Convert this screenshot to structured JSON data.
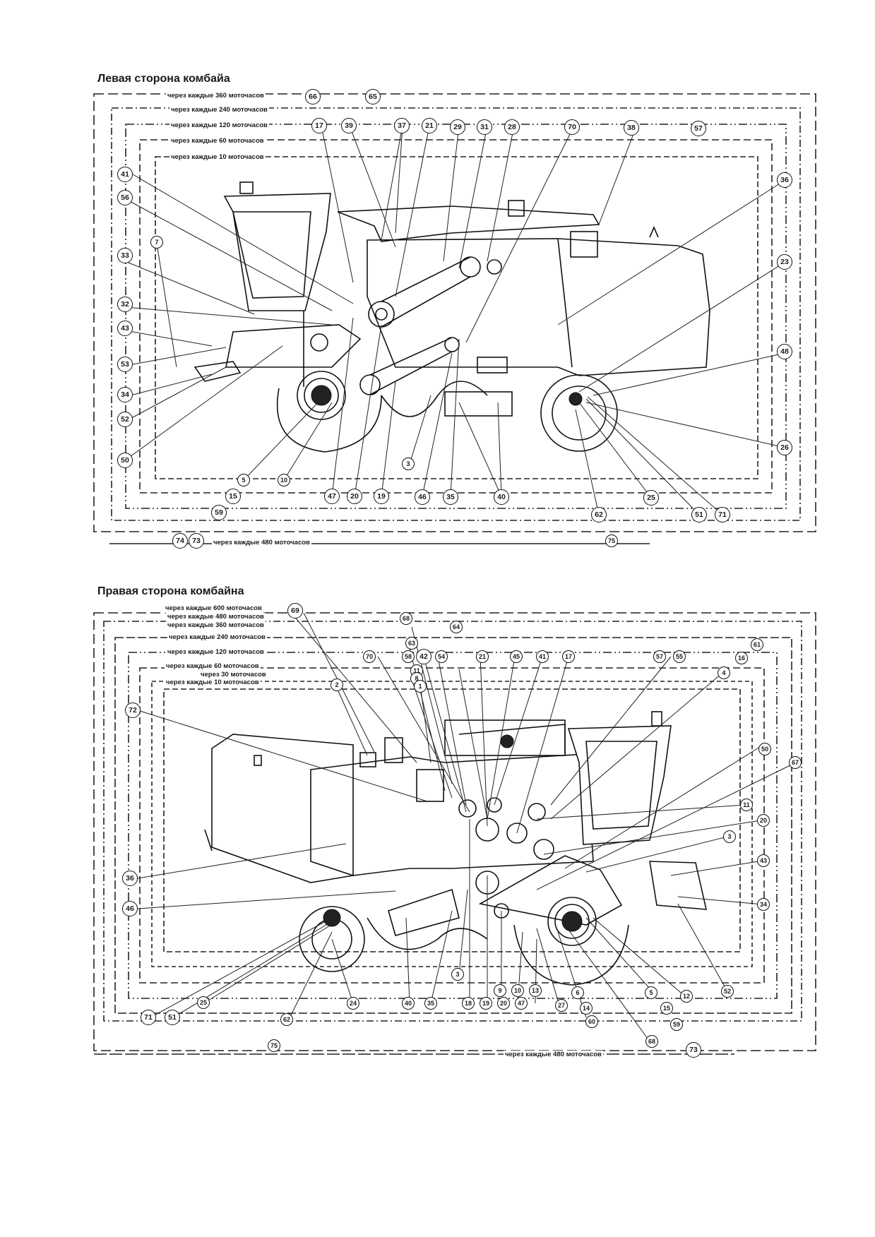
{
  "left_section": {
    "title": "Левая сторона комбайа",
    "intervals": [
      "через каждые 360 моточасов",
      "через каждые 240 моточасов",
      "через каждые 120 моточасов",
      "через каждые 60 моточасов",
      "через каждые 10 моточасов"
    ],
    "footer_interval": "через каждые 480 моточасов",
    "markers": [
      "66",
      "65",
      "17",
      "39",
      "37",
      "21",
      "29",
      "31",
      "28",
      "70",
      "38",
      "57",
      "41",
      "56",
      "7",
      "36",
      "33",
      "23",
      "32",
      "43",
      "53",
      "48",
      "34",
      "52",
      "26",
      "50",
      "3",
      "5",
      "10",
      "15",
      "47",
      "20",
      "19",
      "46",
      "35",
      "40",
      "25",
      "59",
      "62",
      "51",
      "71",
      "74",
      "73",
      "75"
    ]
  },
  "right_section": {
    "title": "Правая сторона комбайна",
    "intervals": [
      "через каждые 600 моточасов",
      "через каждые 480 моточасов",
      "через каждые 360 моточасов",
      "через каждые 240 моточасов",
      "через каждые 120 моточасов",
      "через каждые 60 моточасов",
      "через 30 моточасов",
      "через каждые 10 моточасов"
    ],
    "footer_interval": "через каждые 480 моточасов",
    "markers": [
      "69",
      "68",
      "64",
      "63",
      "61",
      "70",
      "58",
      "42",
      "54",
      "21",
      "45",
      "41",
      "17",
      "57",
      "55",
      "16",
      "11",
      "4",
      "8",
      "1",
      "2",
      "72",
      "50",
      "67",
      "11",
      "20",
      "3",
      "43",
      "36",
      "34",
      "46",
      "52",
      "3",
      "71",
      "51",
      "25",
      "24",
      "40",
      "35",
      "18",
      "19",
      "9",
      "10",
      "20",
      "47",
      "13",
      "27",
      "6",
      "14",
      "60",
      "5",
      "12",
      "15",
      "59",
      "68",
      "73",
      "62",
      "75"
    ]
  }
}
